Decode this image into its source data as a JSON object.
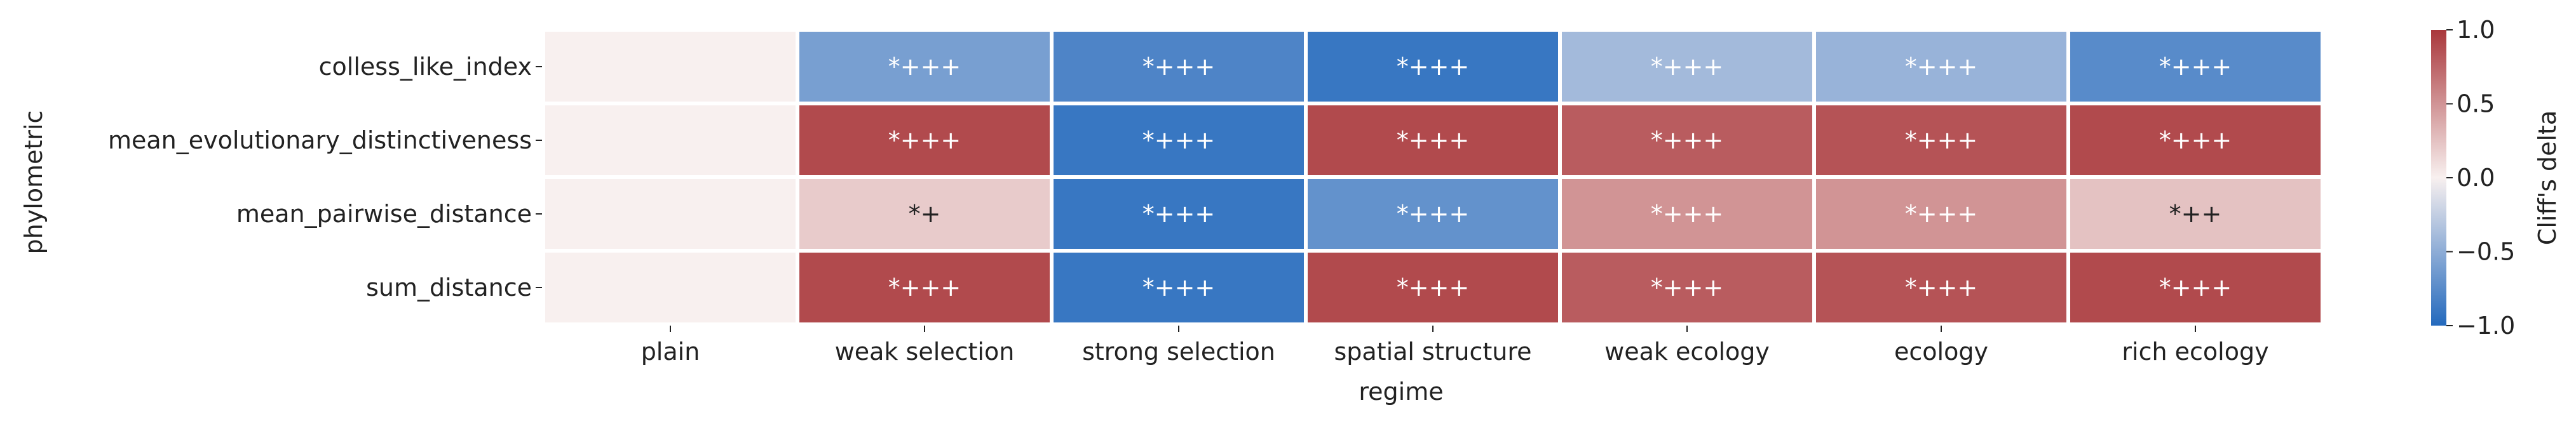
{
  "chart_data": {
    "type": "heatmap",
    "xlabel": "regime",
    "ylabel": "phylometric",
    "x_categories": [
      "plain",
      "weak selection",
      "strong selection",
      "spatial structure",
      "weak ecology",
      "ecology",
      "rich ecology"
    ],
    "y_categories": [
      "colless_like_index",
      "mean_evolutionary_distinctiveness",
      "mean_pairwise_distance",
      "sum_distance"
    ],
    "values": [
      [
        0.0,
        -0.6,
        -0.8,
        -0.9,
        -0.4,
        -0.45,
        -0.75
      ],
      [
        0.0,
        0.9,
        -0.9,
        0.9,
        0.8,
        0.85,
        0.9
      ],
      [
        0.0,
        0.2,
        -0.9,
        -0.7,
        0.5,
        0.5,
        0.25
      ],
      [
        0.0,
        0.9,
        -0.9,
        0.9,
        0.8,
        0.85,
        0.9
      ]
    ],
    "annotations": [
      [
        "",
        "*+++",
        "*+++",
        "*+++",
        "*+++",
        "*+++",
        "*+++"
      ],
      [
        "",
        "*+++",
        "*+++",
        "*+++",
        "*+++",
        "*+++",
        "*+++"
      ],
      [
        "",
        "*+",
        "*+++",
        "*+++",
        "*+++",
        "*+++",
        "*++"
      ],
      [
        "",
        "*+++",
        "*+++",
        "*+++",
        "*+++",
        "*+++",
        "*+++"
      ]
    ],
    "colorbar": {
      "label": "Cliff's delta",
      "vmin": -1.0,
      "vmax": 1.0,
      "ticks": [
        -1.0,
        -0.5,
        0.0,
        0.5,
        1.0
      ],
      "tick_labels": [
        "−1.0",
        "−0.5",
        "0.0",
        "0.5",
        "1.0"
      ],
      "colormap": "vlag",
      "color_low": "#2369bd",
      "color_mid": "#f8f0ef",
      "color_high": "#a9373b"
    },
    "grid": false,
    "legend": "colorbar-right"
  }
}
